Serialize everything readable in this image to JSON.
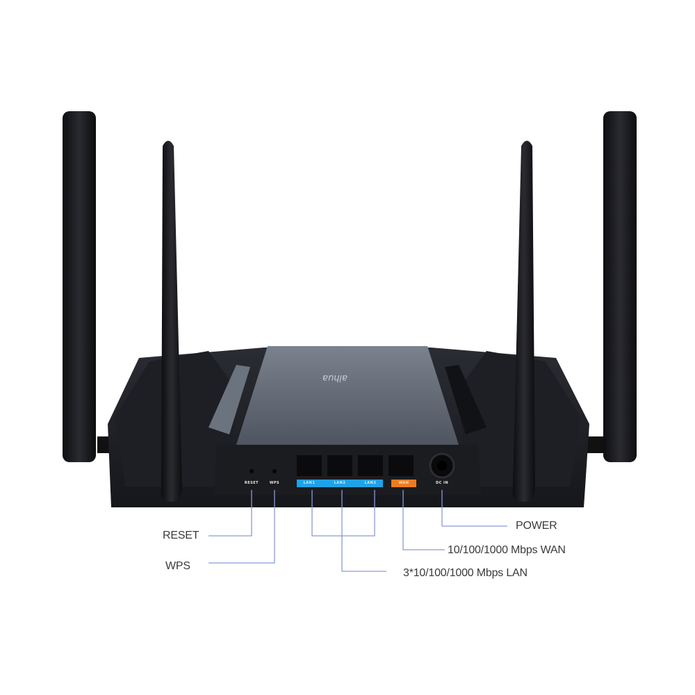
{
  "product": {
    "brand_logo": "alhua",
    "device": "wireless-router-rear-view",
    "antenna_count": 4
  },
  "ports": [
    {
      "id": "reset",
      "label": "RESET",
      "type": "pinhole-button"
    },
    {
      "id": "wps",
      "label": "WPS",
      "type": "pinhole-button"
    },
    {
      "id": "lan1",
      "label": "LAN1",
      "type": "rj45",
      "tag_color": "#1fa3e8"
    },
    {
      "id": "lan2",
      "label": "LAN2",
      "type": "rj45",
      "tag_color": "#1fa3e8"
    },
    {
      "id": "lan3",
      "label": "LAN3",
      "type": "rj45",
      "tag_color": "#1fa3e8"
    },
    {
      "id": "wan",
      "label": "WAN",
      "type": "rj45",
      "tag_color": "#f07b1e"
    },
    {
      "id": "dcin",
      "label": "DC IN",
      "type": "barrel-jack"
    }
  ],
  "callouts": {
    "reset": "RESET",
    "wps": "WPS",
    "power": "POWER",
    "wan": "10/100/1000 Mbps WAN",
    "lan": "3*10/100/1000 Mbps LAN"
  },
  "colors": {
    "leader_line": "#8a9ad6",
    "body_dark": "#1c1d22",
    "top_panel": "#5e6570",
    "lan_tag": "#1fa3e8",
    "wan_tag": "#f07b1e"
  }
}
